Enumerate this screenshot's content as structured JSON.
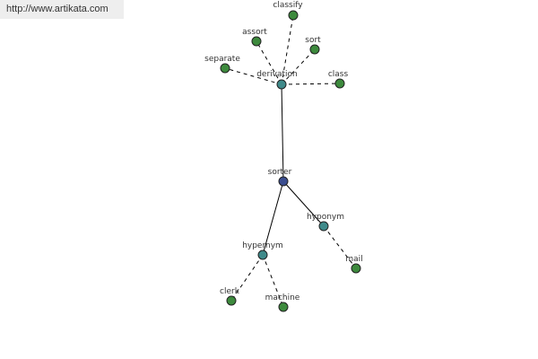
{
  "site": {
    "url_text": "http://www.artikata.com"
  },
  "colors": {
    "center": "#3a4d8f",
    "hub": "#3f8a8a",
    "leaf": "#3d8a3d",
    "node_stroke": "#222222",
    "edge": "#000000"
  },
  "graph": {
    "nodes": [
      {
        "id": "sorter",
        "label": "sorter",
        "kind": "center"
      },
      {
        "id": "derivation",
        "label": "derivation",
        "kind": "hub"
      },
      {
        "id": "hyponym",
        "label": "hyponym",
        "kind": "hub"
      },
      {
        "id": "hypernym",
        "label": "hypernym",
        "kind": "hub"
      },
      {
        "id": "classify",
        "label": "classify",
        "kind": "leaf"
      },
      {
        "id": "assort",
        "label": "assort",
        "kind": "leaf"
      },
      {
        "id": "sort",
        "label": "sort",
        "kind": "leaf"
      },
      {
        "id": "separate",
        "label": "separate",
        "kind": "leaf"
      },
      {
        "id": "class",
        "label": "class",
        "kind": "leaf"
      },
      {
        "id": "mail",
        "label": "mail",
        "kind": "leaf"
      },
      {
        "id": "clerk",
        "label": "clerk",
        "kind": "leaf"
      },
      {
        "id": "machine",
        "label": "machine",
        "kind": "leaf"
      }
    ],
    "edges": [
      {
        "from": "sorter",
        "to": "derivation",
        "style": "solid"
      },
      {
        "from": "sorter",
        "to": "hyponym",
        "style": "solid"
      },
      {
        "from": "sorter",
        "to": "hypernym",
        "style": "solid"
      },
      {
        "from": "derivation",
        "to": "classify",
        "style": "dashed"
      },
      {
        "from": "derivation",
        "to": "assort",
        "style": "dashed"
      },
      {
        "from": "derivation",
        "to": "sort",
        "style": "dashed"
      },
      {
        "from": "derivation",
        "to": "separate",
        "style": "dashed"
      },
      {
        "from": "derivation",
        "to": "class",
        "style": "dashed"
      },
      {
        "from": "hyponym",
        "to": "mail",
        "style": "dashed"
      },
      {
        "from": "hypernym",
        "to": "clerk",
        "style": "dashed"
      },
      {
        "from": "hypernym",
        "to": "machine",
        "style": "dashed"
      }
    ]
  }
}
